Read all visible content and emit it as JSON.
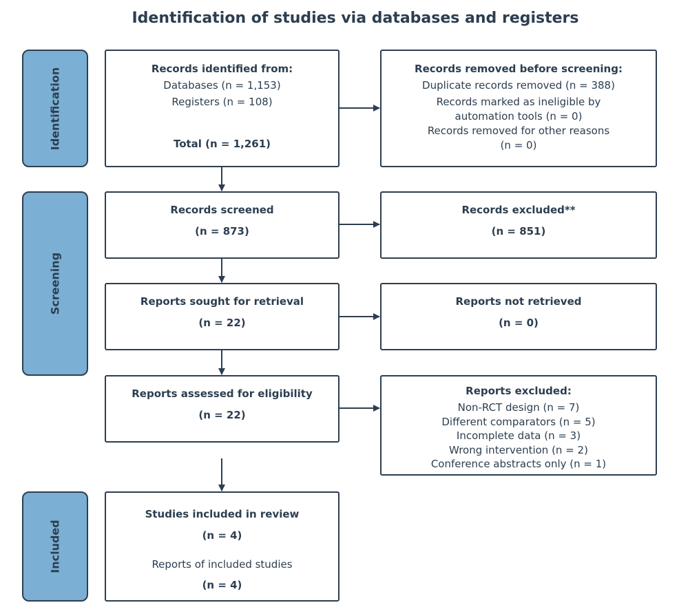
{
  "title": "Identification of studies via databases and registers",
  "stages": {
    "identification": "Identification",
    "screening": "Screening",
    "included": "Included"
  },
  "boxes": {
    "records_identified": {
      "heading": "Records identified from:",
      "databases": "Databases (n = 1,153)",
      "registers": "Registers (n = 108)",
      "total": "Total (n = 1,261)"
    },
    "records_removed": {
      "heading": "Records removed before screening:",
      "duplicates": "Duplicate records removed (n = 388)",
      "ineligible_line1": "Records marked as ineligible by",
      "ineligible_line2": "automation tools (n = 0)",
      "other_line1": "Records removed for other reasons",
      "other_line2": "(n = 0)"
    },
    "records_screened": {
      "heading": "Records screened",
      "count": "(n = 873)"
    },
    "records_excluded": {
      "heading": "Records excluded**",
      "count": "(n = 851)"
    },
    "reports_sought": {
      "heading": "Reports sought for retrieval",
      "count": "(n = 22)"
    },
    "reports_not_retrieved": {
      "heading": "Reports not retrieved",
      "count": "(n = 0)"
    },
    "reports_assessed": {
      "heading": "Reports assessed for eligibility",
      "count": "(n = 22)"
    },
    "reports_excluded": {
      "heading": "Reports excluded:",
      "reasons": [
        "Non-RCT design (n = 7)",
        "Different comparators (n = 5)",
        "Incomplete data (n = 3)",
        "Wrong intervention (n = 2)",
        "Conference abstracts only (n = 1)"
      ]
    },
    "studies_included": {
      "heading": "Studies included in review",
      "count": "(n = 4)",
      "reports_label": "Reports of included studies",
      "reports_count": "(n = 4)"
    }
  }
}
